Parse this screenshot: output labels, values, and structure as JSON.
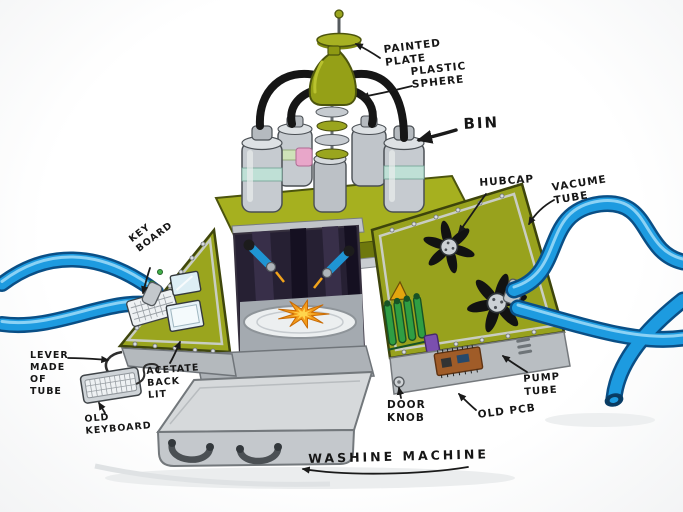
{
  "annotations": {
    "painted_plate": "PAINTED\nPLATE",
    "plastic_sphere": "PLASTIC\nSPHERE",
    "bin": "BIN",
    "hubcap": "HUBCAP",
    "vacuum_tube": "VACUME\nTUBE",
    "keyboard": "KEY\nBOARD",
    "lever": "LEVER\nMADE\nOF\nTUBE",
    "acetate_back_lit": "ACETATE\nBACK\nLIT",
    "old_keyboard": "OLD\nKEYBOARD",
    "door_knob": "DOOR\nKNOB",
    "pump_tube": "PUMP\nTUBE",
    "old_pcb": "OLD PCB",
    "washing_machine": "WASHINE MACHINE"
  },
  "palette": {
    "olive_green": "#98a21d",
    "platform_green": "#a6b01f",
    "tube_blue": "#1d9be0",
    "tube_blue_dark": "#0a4f86",
    "metal_grey": "#c6cbd0",
    "cable_black": "#161616",
    "chamber_purple": "#262033",
    "explosion_orange": "#f29b1b",
    "explosion_yellow": "#ffd54d",
    "pump_green": "#2f9e43",
    "pcb_brown": "#a05c28",
    "ink": "#1a1a1a"
  }
}
